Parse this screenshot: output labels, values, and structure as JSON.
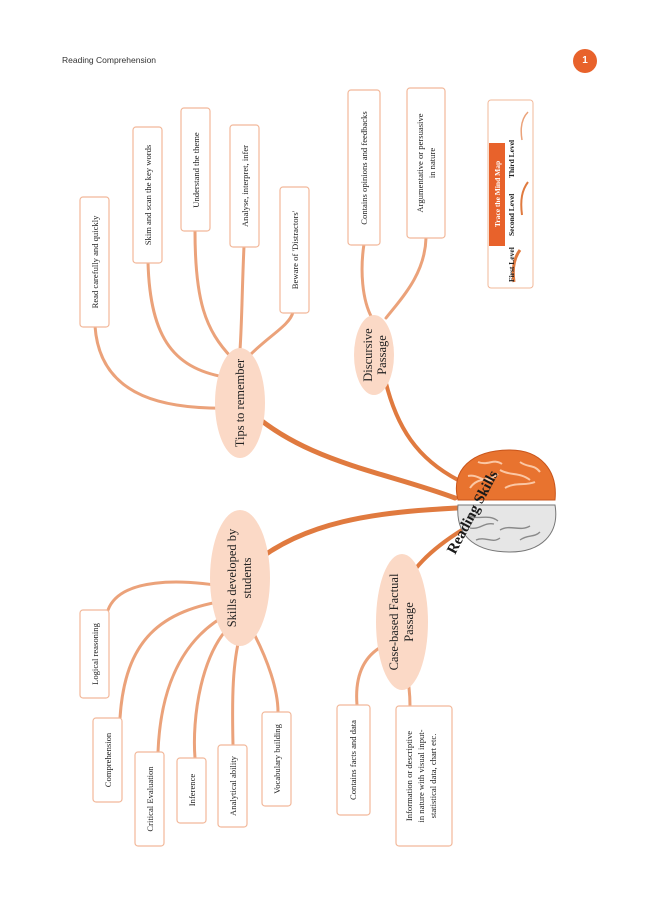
{
  "header": {
    "title": "Reading Comprehension",
    "page_number": "1"
  },
  "center": {
    "label": "Reading Skills"
  },
  "branches": {
    "tips": {
      "title": "Tips to remember",
      "items": [
        "Read carefully and quickly",
        "Skim and scan the key words",
        "Understand the theme",
        "Analyse,  interpret, infer",
        "Beware of 'Distractors'"
      ]
    },
    "discursive": {
      "title_line1": "Discursive",
      "title_line2": "Passage",
      "items": [
        "Contains opinions and feedbacks"
      ],
      "item2_line1": "Argumentative or persuasive",
      "item2_line2": "in nature"
    },
    "skills": {
      "title_line1": "Skills developed by",
      "title_line2": "students",
      "items": [
        "Logical reasoning",
        "Comprehension",
        "Critical Evaluation",
        "Inference",
        "Analytical ability",
        "Vocabulary building"
      ]
    },
    "casebased": {
      "title_line1": "Case-based Factual",
      "title_line2": "Passage",
      "items": [
        "Contains facts and data"
      ],
      "item2_line1": "Information or descriptive",
      "item2_line2": "in nature with visual input-",
      "item2_line3": "statistical data, chart etc."
    }
  },
  "legend": {
    "title": "Trace the Mind Map",
    "first": "First Level",
    "second": "Second Level",
    "third": "Third Level"
  },
  "colors": {
    "accent": "#e8622b",
    "branch": "#e07a3f",
    "node_fill": "#fbd9c6",
    "box_border": "#f2b89a"
  }
}
